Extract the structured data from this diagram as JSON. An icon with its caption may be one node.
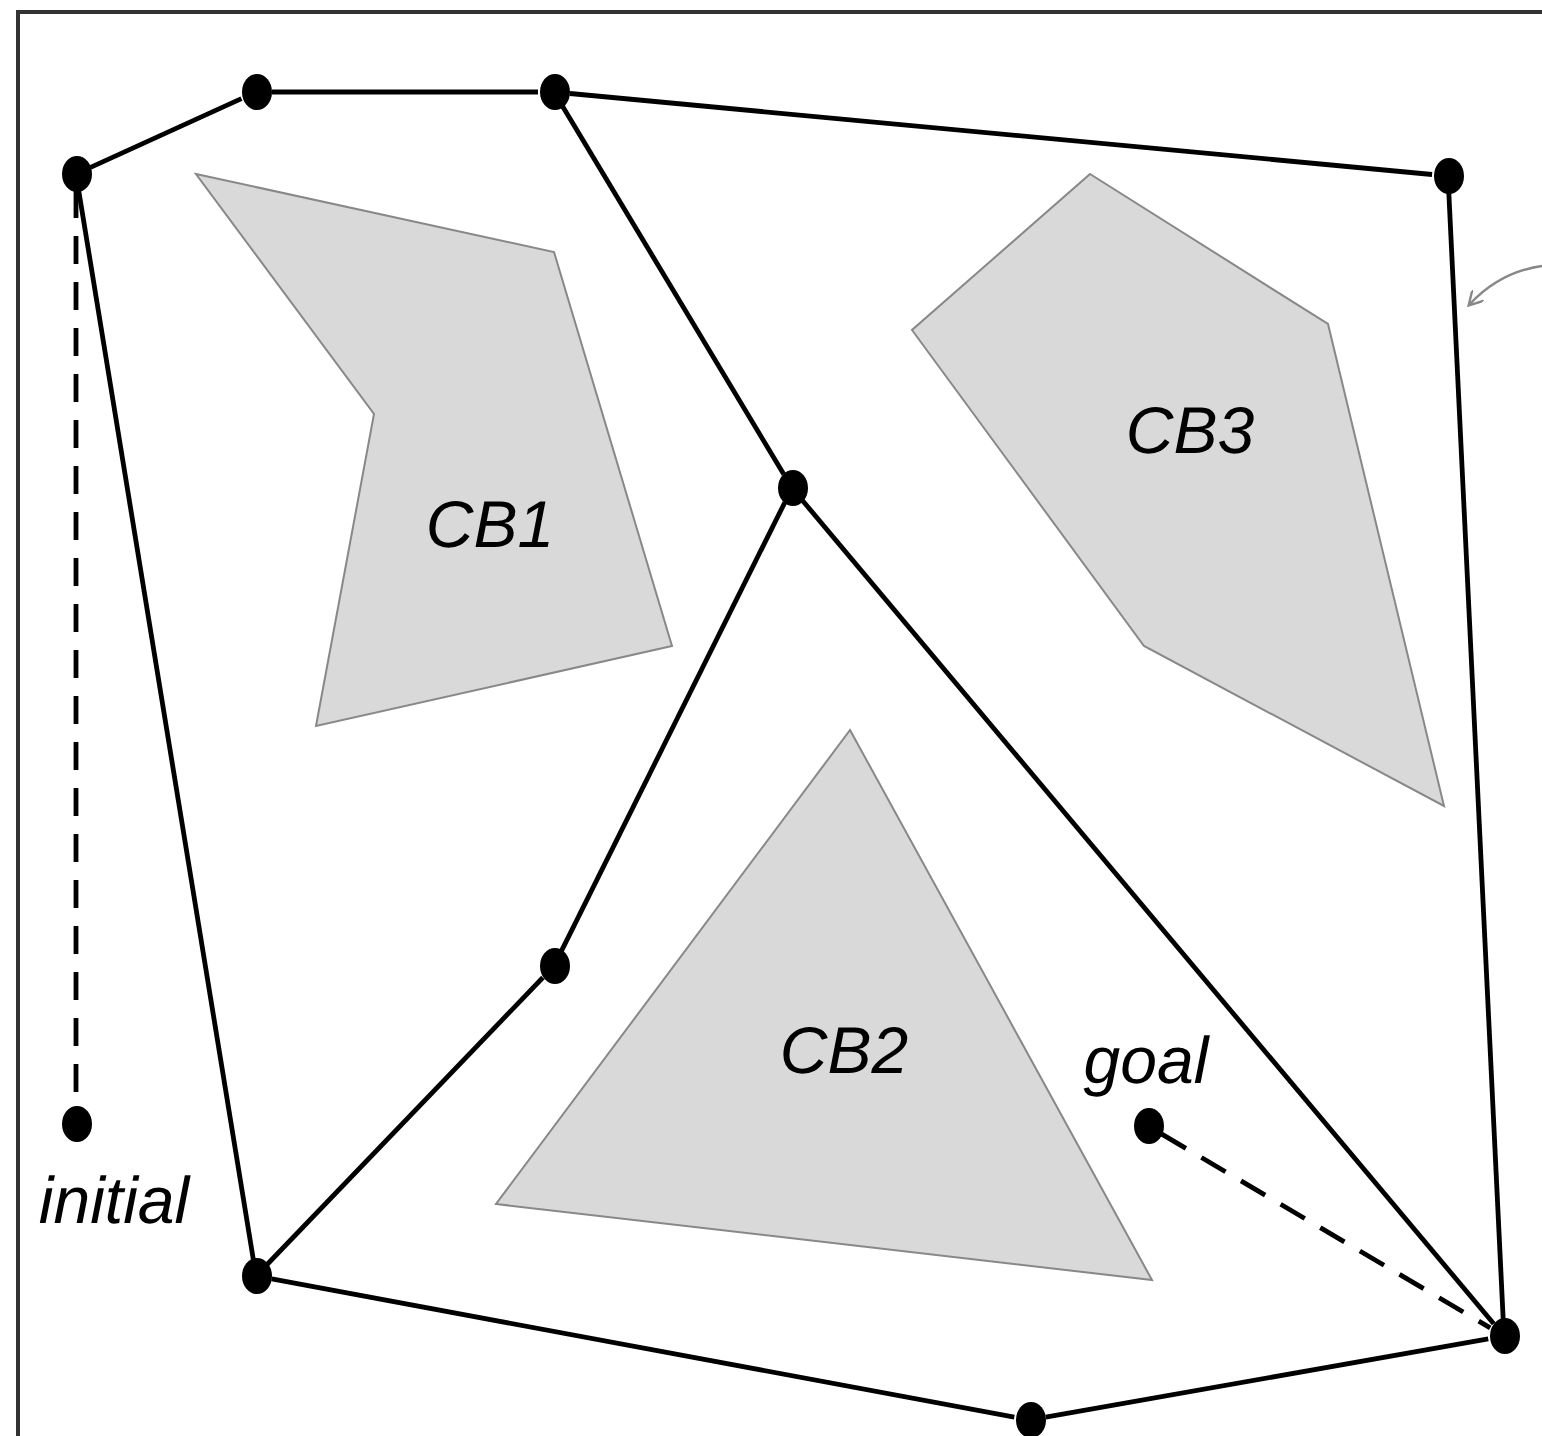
{
  "diagram": {
    "nodes": [
      {
        "text": [],
        "shape": "circle"
      },
      {
        "text": [],
        "shape": "circle"
      },
      {
        "text": [],
        "shape": "circle"
      },
      {
        "text": [],
        "shape": "circle"
      },
      {
        "text": [
          "CB3"
        ]
      },
      {
        "text": [
          "CB1"
        ]
      },
      {
        "text": [],
        "shape": "circle"
      },
      {
        "text": [
          "CB2"
        ]
      },
      {
        "text": [],
        "shape": "circle"
      },
      {
        "text": [],
        "shape": "circle",
        "beside": [
          "initial"
        ]
      },
      {
        "text": [],
        "shape": "circle",
        "beside": [
          "goal"
        ]
      },
      {
        "text": [],
        "shape": "circle"
      },
      {
        "text": [],
        "shape": "circle"
      },
      {
        "text": [],
        "shape": "circle"
      }
    ],
    "edges": [
      {
        "from": 2,
        "to": 0,
        "arrow": "none"
      },
      {
        "from": 0,
        "to": 1,
        "arrow": "none"
      },
      {
        "from": 1,
        "to": 3,
        "arrow": "none"
      },
      {
        "from": 1,
        "to": 6,
        "arrow": "none"
      },
      {
        "from": 3,
        "to": 12,
        "arrow": "none"
      },
      {
        "from": 2,
        "to": 11,
        "arrow": "none"
      },
      {
        "from": 6,
        "to": 8,
        "arrow": "none"
      },
      {
        "from": 8,
        "to": 11,
        "arrow": "none"
      },
      {
        "from": 6,
        "to": 12,
        "arrow": "none"
      },
      {
        "from": 11,
        "to": 13,
        "arrow": "none"
      },
      {
        "from": 13,
        "to": 12,
        "arrow": "none"
      },
      {
        "from": 2,
        "to": 9,
        "arrow": "none",
        "style": "dashed"
      },
      {
        "from": 10,
        "to": 12,
        "arrow": "none",
        "style": "dashed"
      }
    ]
  }
}
